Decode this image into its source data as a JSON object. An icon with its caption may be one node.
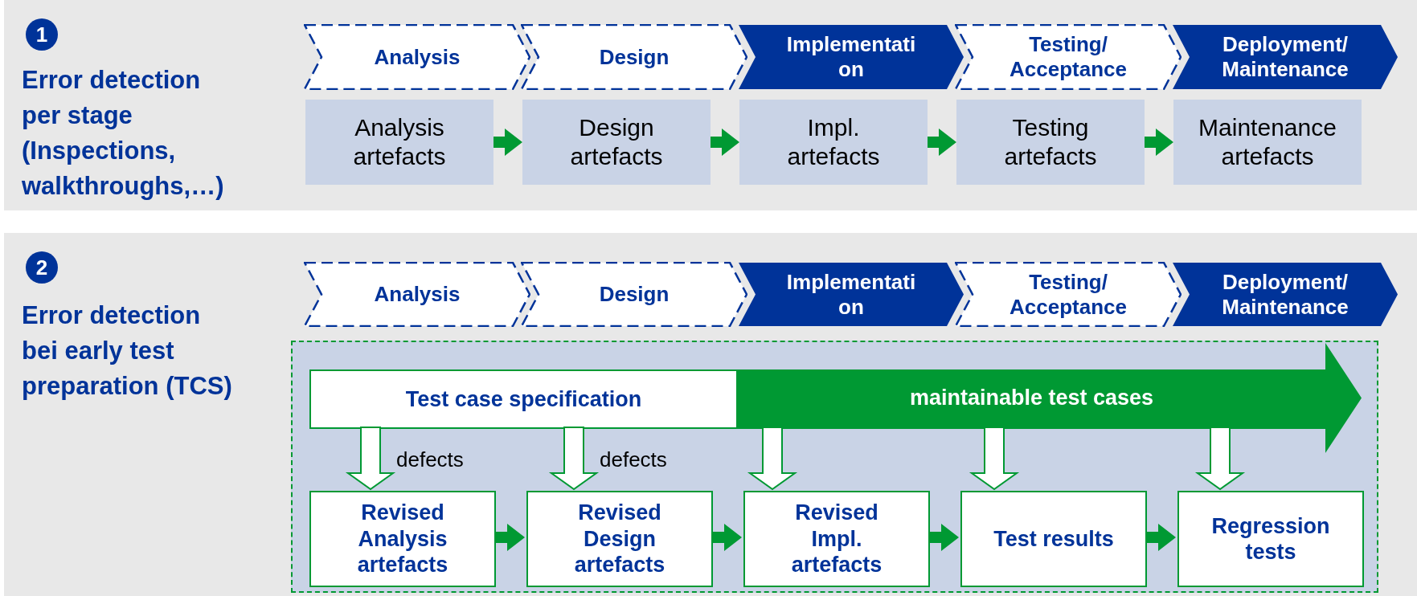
{
  "diagram": {
    "nodes": [
      {
        "text": [
          "1"
        ]
      },
      {
        "text": [
          "Analysis"
        ]
      },
      {
        "text": [
          "Design"
        ]
      },
      {
        "text": [
          "Implementati on"
        ]
      },
      {
        "text": [
          "Testing/ Acceptance"
        ]
      },
      {
        "text": [
          "Deployment/ Maintenance"
        ]
      },
      {
        "text": [
          "Analysis artefacts"
        ]
      },
      {
        "text": [
          "Design artefacts"
        ]
      },
      {
        "text": [
          "Impl. artefacts"
        ]
      },
      {
        "text": [
          "Testing artefacts"
        ]
      },
      {
        "text": [
          "Maintenance artefacts"
        ]
      },
      {
        "text": [
          "2"
        ]
      },
      {
        "text": [
          "Analysis"
        ]
      },
      {
        "text": [
          "Design"
        ]
      },
      {
        "text": [
          "Implementati on"
        ]
      },
      {
        "text": [
          "Testing/ Acceptance"
        ]
      },
      {
        "text": [
          "Deployment/ Maintenance"
        ]
      },
      {
        "text": [],
        "shape": "box"
      },
      {
        "text": [
          "Test case specification"
        ],
        "in": 17
      },
      {
        "text": [
          "maintainable test cases"
        ],
        "in": 17
      },
      {
        "text": [
          "Revised Analysis artefacts"
        ],
        "in": 17
      },
      {
        "text": [
          "Revised Design artefacts"
        ],
        "in": 17
      },
      {
        "text": [
          "Revised Impl. artefacts"
        ],
        "in": 17
      },
      {
        "text": [
          "Test results"
        ],
        "in": 17
      },
      {
        "text": [
          "Regression tests"
        ],
        "in": 17
      }
    ],
    "edges": [
      {
        "from": 6,
        "to": 7,
        "arrow": "to"
      },
      {
        "from": 7,
        "to": 8,
        "arrow": "to"
      },
      {
        "from": 8,
        "to": 9,
        "arrow": "to"
      },
      {
        "from": 9,
        "to": 10,
        "arrow": "to"
      },
      {
        "from": 18,
        "to": 20,
        "arrow": "to",
        "label": "defects"
      },
      {
        "from": 18,
        "to": 21,
        "arrow": "to",
        "label": "defects"
      },
      {
        "from": 19,
        "to": 22,
        "arrow": "to"
      },
      {
        "from": 19,
        "to": 23,
        "arrow": "to"
      },
      {
        "from": 19,
        "to": 24,
        "arrow": "to"
      },
      {
        "from": 20,
        "to": 21,
        "arrow": "to"
      },
      {
        "from": 21,
        "to": 22,
        "arrow": "to"
      },
      {
        "from": 22,
        "to": 23,
        "arrow": "to"
      },
      {
        "from": 23,
        "to": 24,
        "arrow": "to"
      }
    ],
    "labels": [
      "Error detection per stage (Inspections, walkthroughs,…)",
      "Error detection bei early test preparation (TCS)"
    ]
  }
}
